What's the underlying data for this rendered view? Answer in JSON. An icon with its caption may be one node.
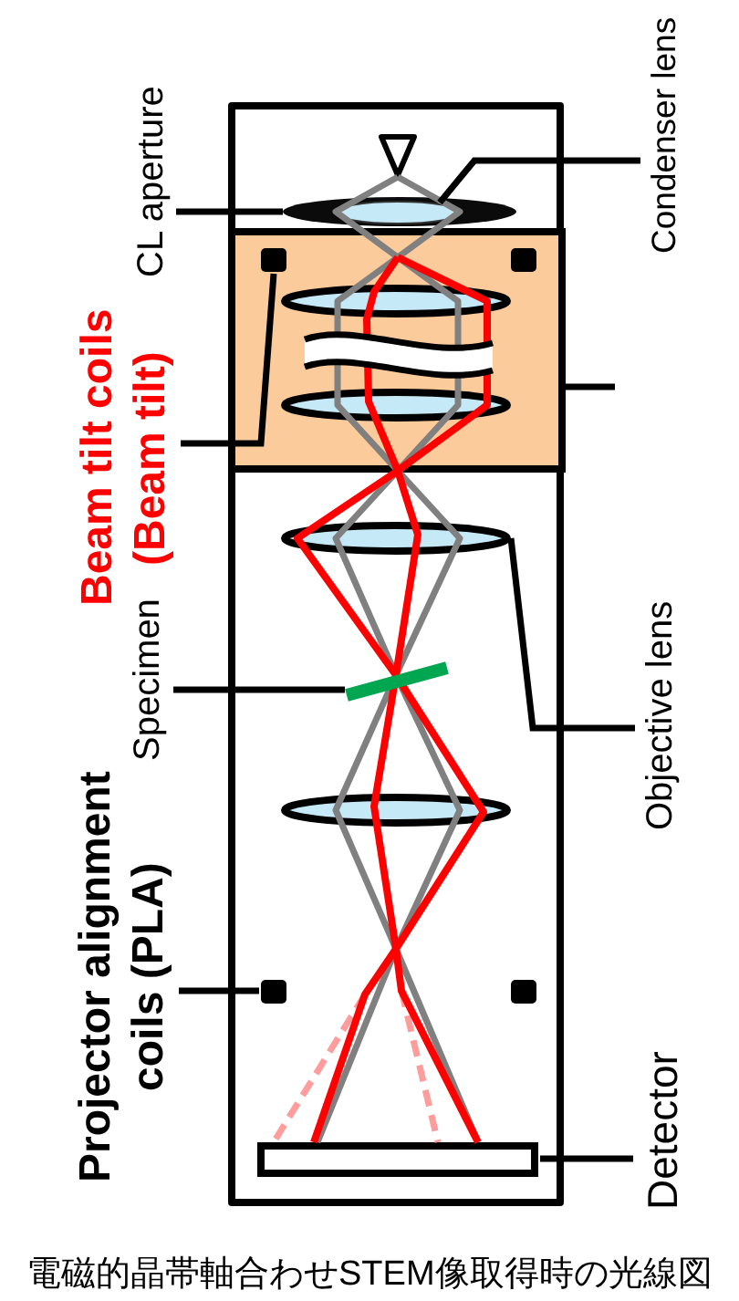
{
  "diagram": {
    "caption": "電磁的晶帯軸合わせSTEM像取得時の光線図",
    "nodes": [
      {
        "text": [
          "CL aperture"
        ]
      },
      {
        "text": [],
        "shape": "ellipse"
      },
      {
        "text": [
          "Condenser lens"
        ]
      },
      {
        "text": [],
        "shape": "ellipse",
        "in": 1
      },
      {
        "text": [],
        "shape": "box"
      },
      {
        "text": [],
        "shape": "box",
        "in": 4
      },
      {
        "text": [],
        "shape": "ellipse",
        "in": 4
      },
      {
        "text": [],
        "shape": "ellipse",
        "in": 4
      },
      {
        "text": [
          "Beam tilt coils (Beam tilt)"
        ]
      },
      {
        "text": [
          "Specimen"
        ]
      },
      {
        "text": [],
        "shape": "bar"
      },
      {
        "text": [],
        "shape": "ellipse"
      },
      {
        "text": [
          "Objective lens"
        ]
      },
      {
        "text": [],
        "shape": "ellipse"
      },
      {
        "text": [],
        "shape": "box"
      },
      {
        "text": [
          "Projector alignment coils (PLA)"
        ]
      },
      {
        "text": [],
        "shape": "box"
      },
      {
        "text": [
          "Detector"
        ]
      }
    ],
    "edges": [
      {
        "from": 0,
        "to": 1,
        "arrow": "none"
      },
      {
        "from": 2,
        "to": 3,
        "arrow": "none"
      },
      {
        "from": null,
        "to": 4,
        "arrow": "none"
      },
      {
        "from": 8,
        "to": 5,
        "arrow": "none"
      },
      {
        "from": 9,
        "to": 10,
        "arrow": "none"
      },
      {
        "from": 12,
        "to": 11,
        "arrow": "none"
      },
      {
        "from": 15,
        "to": 14,
        "arrow": "none"
      },
      {
        "from": 17,
        "to": 16,
        "arrow": "none"
      }
    ]
  }
}
